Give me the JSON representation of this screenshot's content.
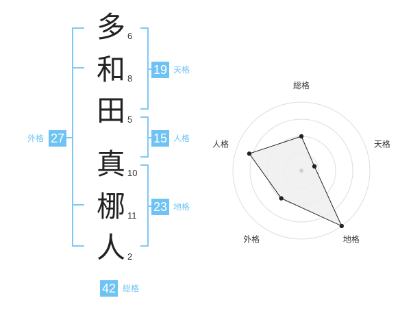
{
  "name_chars": [
    {
      "char": "多",
      "strokes": "6"
    },
    {
      "char": "和",
      "strokes": "8"
    },
    {
      "char": "田",
      "strokes": "5"
    },
    {
      "char": "真",
      "strokes": "10"
    },
    {
      "char": "梛",
      "strokes": "11"
    },
    {
      "char": "人",
      "strokes": "2"
    }
  ],
  "scores": {
    "tenkaku": {
      "value": "19",
      "label": "天格"
    },
    "jinkaku": {
      "value": "15",
      "label": "人格"
    },
    "chikaku": {
      "value": "23",
      "label": "地格"
    },
    "gaikaku": {
      "value": "27",
      "label": "外格"
    },
    "soukaku": {
      "value": "42",
      "label": "総格"
    }
  },
  "colors": {
    "accent": "#6ec3f4",
    "bracket": "#7fc8f2",
    "text": "#222222",
    "radar_fill": "#efefef"
  },
  "chart_data": {
    "type": "radar",
    "axes": [
      "総格",
      "天格",
      "地格",
      "外格",
      "人格"
    ],
    "values": [
      0.5,
      0.2,
      1.0,
      0.5,
      0.8
    ],
    "range": [
      0,
      1
    ],
    "rings": 4,
    "grid": true
  }
}
